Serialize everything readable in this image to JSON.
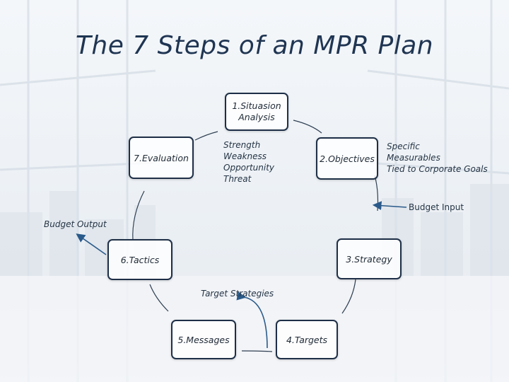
{
  "title": "The 7 Steps of an MPR Plan",
  "steps": {
    "s1": [
      "1.Situasion",
      "Analysis"
    ],
    "s2": "2.Objectives",
    "s3": "3.Strategy",
    "s4": "4.Targets",
    "s5": "5.Messages",
    "s6": "6.Tactics",
    "s7": "7.Evaluation"
  },
  "annotations": {
    "swot": [
      "Strength",
      "Weakness",
      "Opportunity",
      "Threat"
    ],
    "objectives_detail": [
      "Specific",
      "Measurables",
      "Tied to Corporate Goals"
    ],
    "budget_input": "Budget Input",
    "budget_output": "Budget Output",
    "target_strategies": "Target Strategies"
  },
  "colors": {
    "box_border": "#1e2f47",
    "title": "#1f3552",
    "arrow": "#2a5a8a"
  }
}
